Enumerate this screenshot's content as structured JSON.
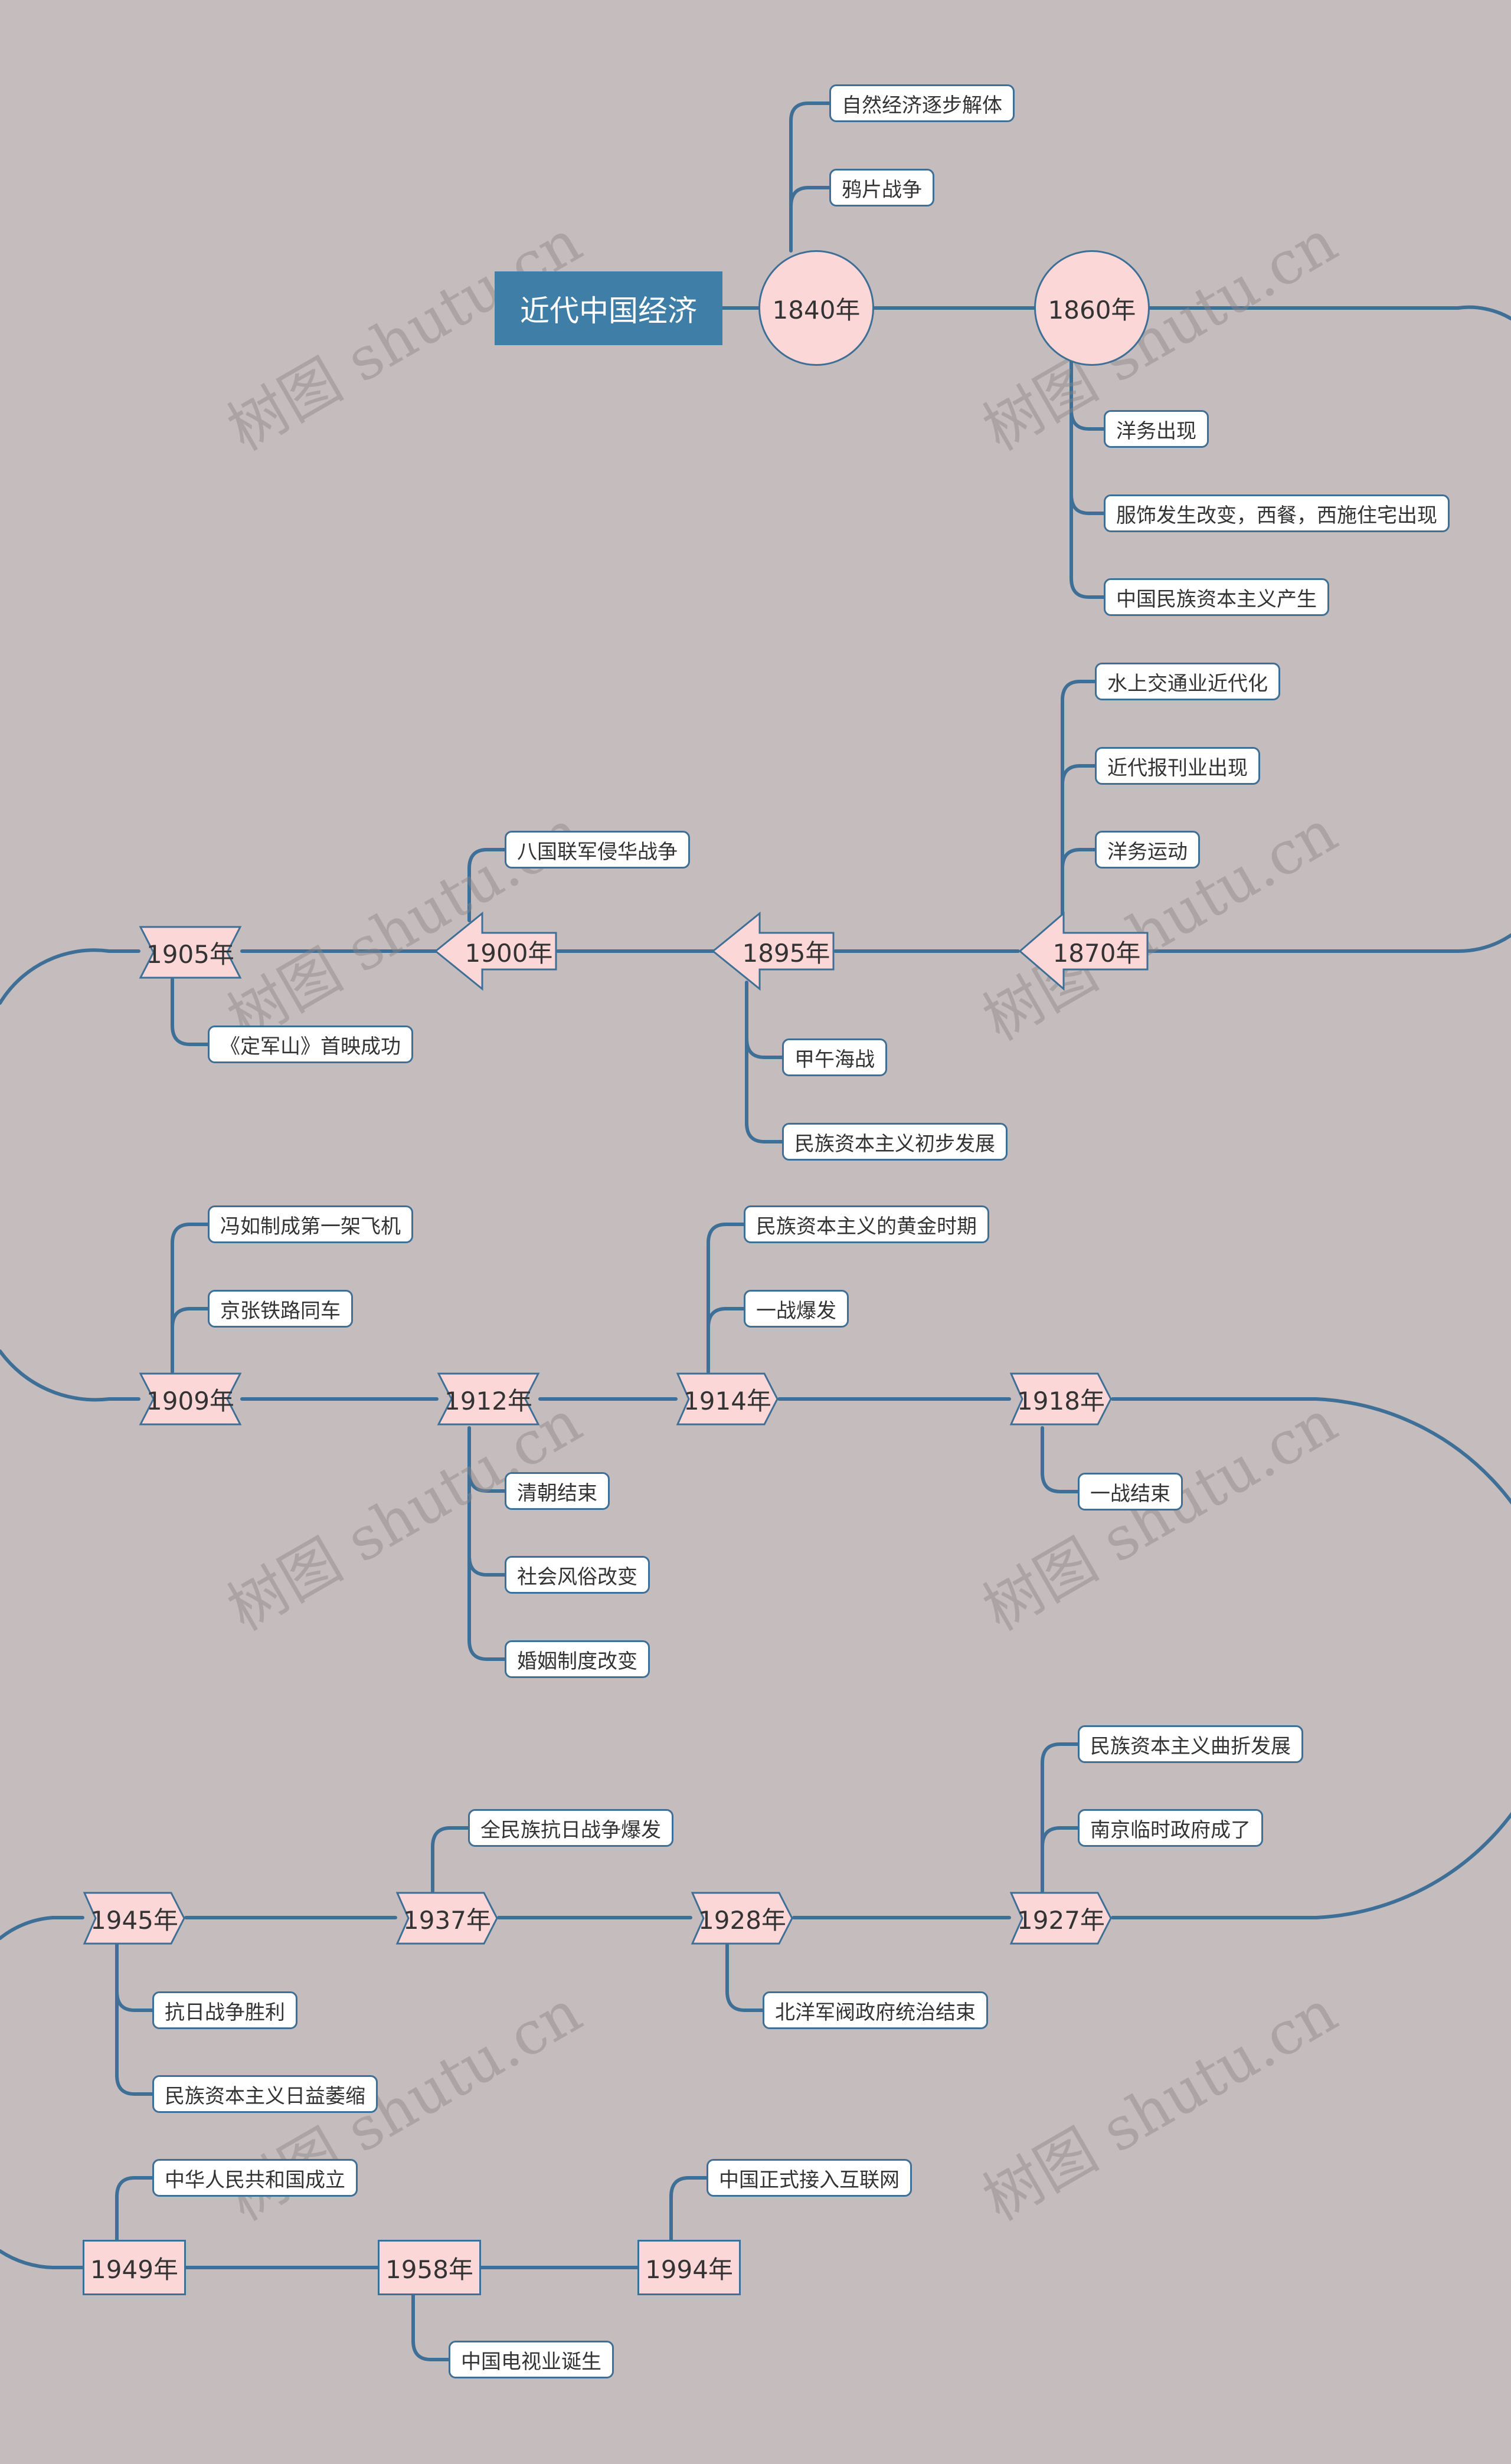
{
  "title": "近代中国经济",
  "watermark": "树图 shutu.cn",
  "colors": {
    "background": "#c5bcbd",
    "line": "#3e6f96",
    "node_fill": "#fbd7d7",
    "title_fill": "#3f7ea6"
  },
  "years": {
    "y1840": "1840年",
    "y1860": "1860年",
    "y1870": "1870年",
    "y1895": "1895年",
    "y1900": "1900年",
    "y1905": "1905年",
    "y1909": "1909年",
    "y1912": "1912年",
    "y1914": "1914年",
    "y1918": "1918年",
    "y1927": "1927年",
    "y1928": "1928年",
    "y1937": "1937年",
    "y1945": "1945年",
    "y1949": "1949年",
    "y1958": "1958年",
    "y1994": "1994年"
  },
  "events": {
    "e1840a": "自然经济逐步解体",
    "e1840b": "鸦片战争",
    "e1860a": "洋务出现",
    "e1860b": "服饰发生改变，西餐，西施住宅出现",
    "e1860c": "中国民族资本主义产生",
    "e1870a": "水上交通业近代化",
    "e1870b": "近代报刊业出现",
    "e1870c": "洋务运动",
    "e1895a": "甲午海战",
    "e1895b": "民族资本主义初步发展",
    "e1900a": "八国联军侵华战争",
    "e1905a": "《定军山》首映成功",
    "e1909a": "冯如制成第一架飞机",
    "e1909b": "京张铁路同车",
    "e1912a": "清朝结束",
    "e1912b": "社会风俗改变",
    "e1912c": "婚姻制度改变",
    "e1914a": "民族资本主义的黄金时期",
    "e1914b": "一战爆发",
    "e1918a": "一战结束",
    "e1927a": "民族资本主义曲折发展",
    "e1927b": "南京临时政府成了",
    "e1928a": "北洋军阀政府统治结束",
    "e1937a": "全民族抗日战争爆发",
    "e1945a": "抗日战争胜利",
    "e1945b": "民族资本主义日益萎缩",
    "e1949a": "中华人民共和国成立",
    "e1958a": "中国电视业诞生",
    "e1994a": "中国正式接入互联网"
  }
}
